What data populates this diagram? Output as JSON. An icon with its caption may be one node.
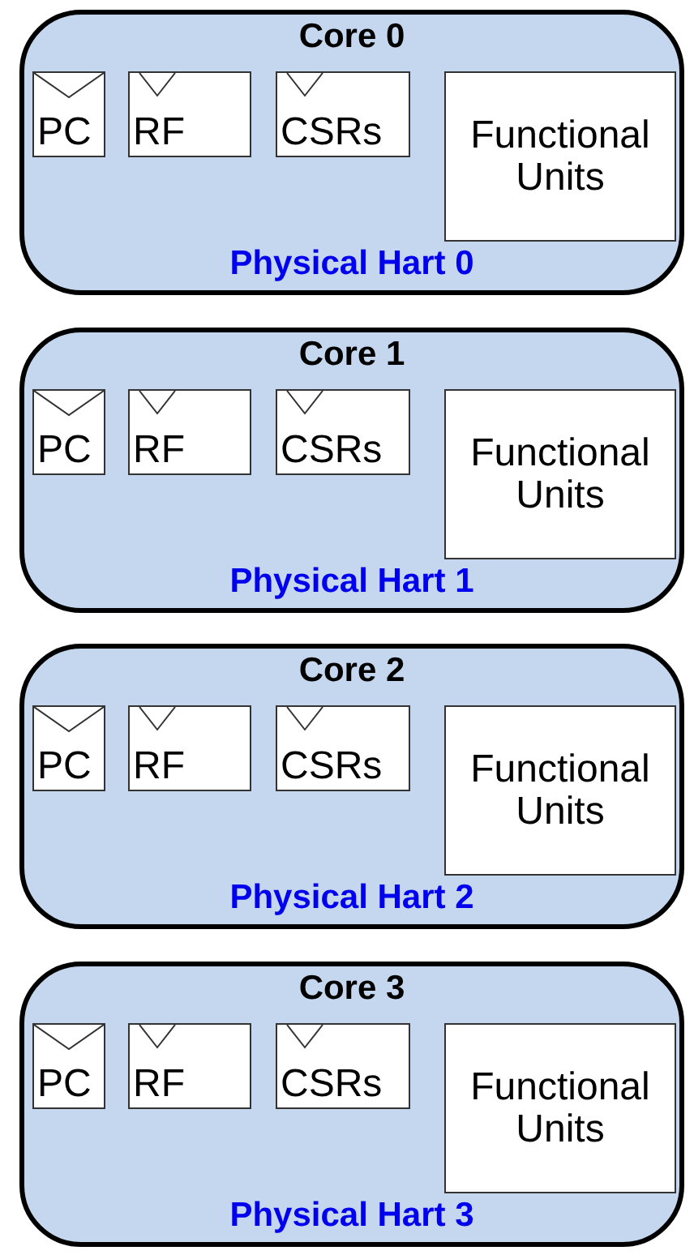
{
  "diagram": {
    "nodes": [
      {
        "text": [
          "Core 0",
          "Physical Hart 0"
        ]
      },
      {
        "text": [
          "PC"
        ],
        "in": 0
      },
      {
        "text": [
          "RF"
        ],
        "in": 0
      },
      {
        "text": [
          "CSRs"
        ],
        "in": 0
      },
      {
        "text": [
          "Functional Units"
        ],
        "in": 0
      },
      {
        "text": [
          "Core 1",
          "Physical Hart 1"
        ]
      },
      {
        "text": [
          "PC"
        ],
        "in": 5
      },
      {
        "text": [
          "RF"
        ],
        "in": 5
      },
      {
        "text": [
          "CSRs"
        ],
        "in": 5
      },
      {
        "text": [
          "Functional Units"
        ],
        "in": 5
      },
      {
        "text": [
          "Core 2",
          "Physical Hart 2"
        ]
      },
      {
        "text": [
          "PC"
        ],
        "in": 10
      },
      {
        "text": [
          "RF"
        ],
        "in": 10
      },
      {
        "text": [
          "CSRs"
        ],
        "in": 10
      },
      {
        "text": [
          "Functional Units"
        ],
        "in": 10
      },
      {
        "text": [
          "Core 3",
          "Physical Hart 3"
        ]
      },
      {
        "text": [
          "PC"
        ],
        "in": 15
      },
      {
        "text": [
          "RF"
        ],
        "in": 15
      },
      {
        "text": [
          "CSRs"
        ],
        "in": 15
      },
      {
        "text": [
          "Functional Units"
        ],
        "in": 15
      }
    ]
  }
}
